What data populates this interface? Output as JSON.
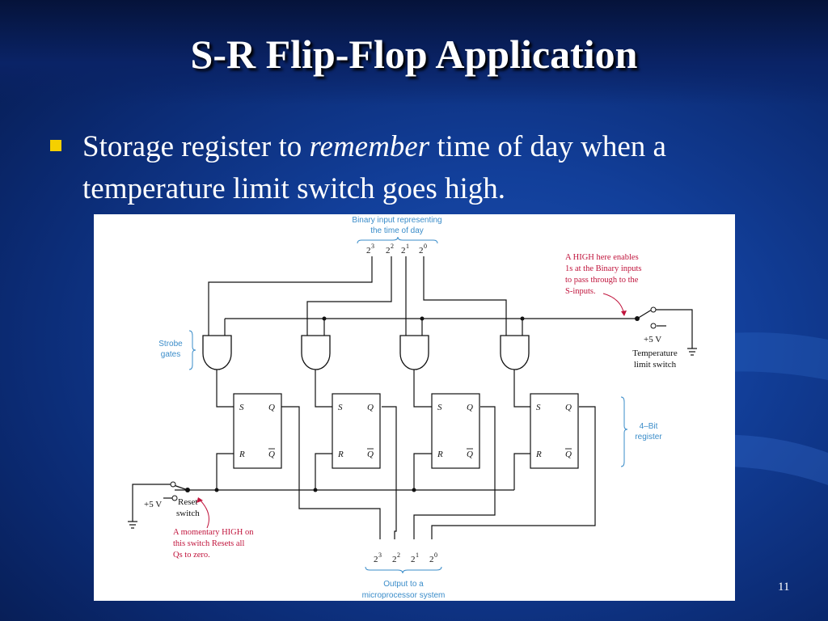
{
  "slide": {
    "title": "S-R Flip-Flop Application",
    "bullet": {
      "prefix": "Storage register to",
      "emphasis": "remember",
      "suffix": "time of day when a temperature limit switch goes high."
    },
    "page_number": "11"
  },
  "diagram": {
    "top_caption": [
      "Binary input representing",
      "the time of day"
    ],
    "bottom_caption": [
      "Output to a",
      "microprocessor system"
    ],
    "binary_inputs": [
      {
        "base": "2",
        "exp": "3"
      },
      {
        "base": "2",
        "exp": "2"
      },
      {
        "base": "2",
        "exp": "1"
      },
      {
        "base": "2",
        "exp": "0"
      }
    ],
    "binary_outputs": [
      {
        "base": "2",
        "exp": "3"
      },
      {
        "base": "2",
        "exp": "2"
      },
      {
        "base": "2",
        "exp": "1"
      },
      {
        "base": "2",
        "exp": "0"
      }
    ],
    "enable_note": [
      "A HIGH here enables",
      "1s at the Binary inputs",
      "to pass through to the",
      "S-inputs."
    ],
    "temp_switch": {
      "voltage": "+5 V",
      "label": [
        "Temperature",
        "limit switch"
      ]
    },
    "strobe_label": [
      "Strobe",
      "gates"
    ],
    "register_label": [
      "4–Bit",
      "register"
    ],
    "flip_flop_pins": {
      "s": "S",
      "q": "Q",
      "r": "R",
      "qbar": "Q"
    },
    "reset_switch": {
      "voltage": "+5 V",
      "label": [
        "Reset",
        "switch"
      ]
    },
    "reset_note": [
      "A momentary HIGH on",
      "this switch Resets all",
      "Qs to zero."
    ]
  }
}
